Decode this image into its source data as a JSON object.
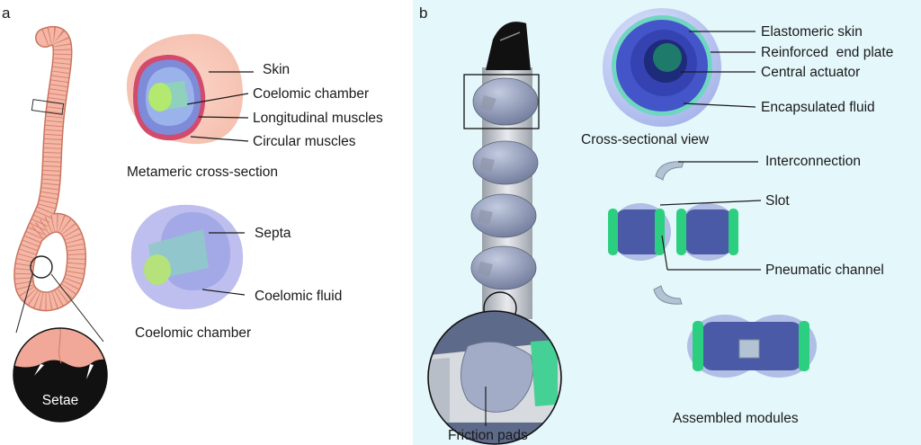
{
  "panel_a": {
    "letter": "a",
    "setae": "Setae",
    "cross_section": {
      "caption": "Metameric cross-section",
      "labels": [
        "Skin",
        "Coelomic chamber",
        "Longitudinal muscles",
        "Circular muscles"
      ]
    },
    "chamber": {
      "caption": "Coelomic chamber",
      "labels": [
        "Septa",
        "Coelomic fluid"
      ]
    }
  },
  "panel_b": {
    "letter": "b",
    "friction_pads": "Friction pads",
    "cross_sectional_view": {
      "caption": "Cross-sectional view",
      "labels": [
        "Elastomeric skin",
        "Reinforced  end plate",
        "Central actuator",
        "Encapsulated fluid"
      ]
    },
    "module_labels": [
      "Interconnection",
      "Slot",
      "Pneumatic channel"
    ],
    "assembled_caption": "Assembled modules"
  },
  "colors": {
    "panel_b_background": "#e4f7fb",
    "worm_skin": "#f4b7a6",
    "circular_muscle": "#d24b6c",
    "longitudinal_muscle": "#7d8bd8",
    "coelom_green": "#a9e07a",
    "actuator_blue": "#3f52d4",
    "end_plate_green": "#2ed58a"
  }
}
